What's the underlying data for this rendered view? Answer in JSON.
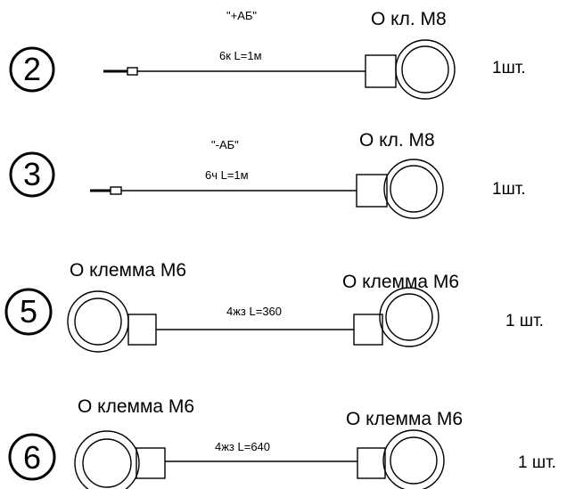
{
  "cables": [
    {
      "number": "2",
      "polarity": "\"+АБ\"",
      "wire_spec": "6к L=1м",
      "right_terminal": "О кл. М8",
      "quantity": "1шт."
    },
    {
      "number": "3",
      "polarity": "\"-АБ\"",
      "wire_spec": "6ч L=1м",
      "right_terminal": "О кл. М8",
      "quantity": "1шт."
    },
    {
      "number": "5",
      "left_terminal": "О клемма М6",
      "wire_spec": "4жз L=360",
      "right_terminal": "О клемма М6",
      "quantity": "1 шт."
    },
    {
      "number": "6",
      "left_terminal": "О клемма М6",
      "wire_spec": "4жз L=640",
      "right_terminal": "О клемма М6",
      "quantity": "1 шт."
    }
  ]
}
